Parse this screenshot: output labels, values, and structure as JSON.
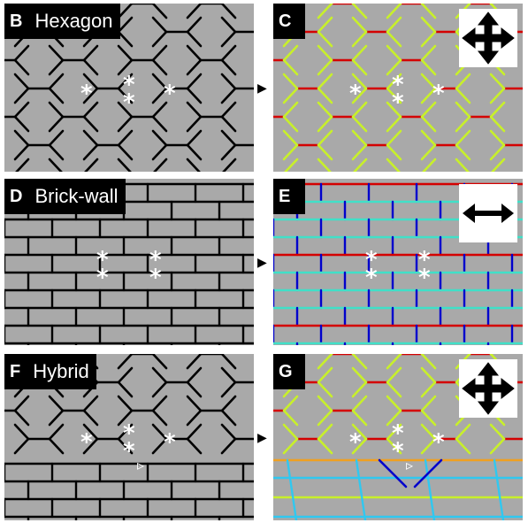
{
  "panels": [
    {
      "id": "B",
      "letter": "B",
      "title": "Hexagon",
      "pattern": "hexagon",
      "colored": false
    },
    {
      "id": "C",
      "letter": "C",
      "title": "",
      "pattern": "hexagon",
      "colored": true,
      "icon": "four-way-arrow-icon"
    },
    {
      "id": "D",
      "letter": "D",
      "title": "Brick-wall",
      "pattern": "brick",
      "colored": false
    },
    {
      "id": "E",
      "letter": "E",
      "title": "",
      "pattern": "brick",
      "colored": true,
      "icon": "horizontal-arrow-icon"
    },
    {
      "id": "F",
      "letter": "F",
      "title": "Hybrid",
      "pattern": "hybrid",
      "colored": false,
      "marker": "▹"
    },
    {
      "id": "G",
      "letter": "G",
      "title": "",
      "pattern": "hybrid",
      "colored": true,
      "icon": "four-way-arrow-icon",
      "marker": "▹"
    }
  ],
  "arrow_glyph": "▶",
  "asterisk": "*",
  "colors": {
    "background": "#a9a9a9",
    "edges": "#000000",
    "red": "#d40000",
    "yellow_green": "#c8f02a",
    "cyan": "#40e0c8",
    "blue": "#0000cc",
    "orange": "#f0a020",
    "light_blue": "#30c8f0"
  }
}
